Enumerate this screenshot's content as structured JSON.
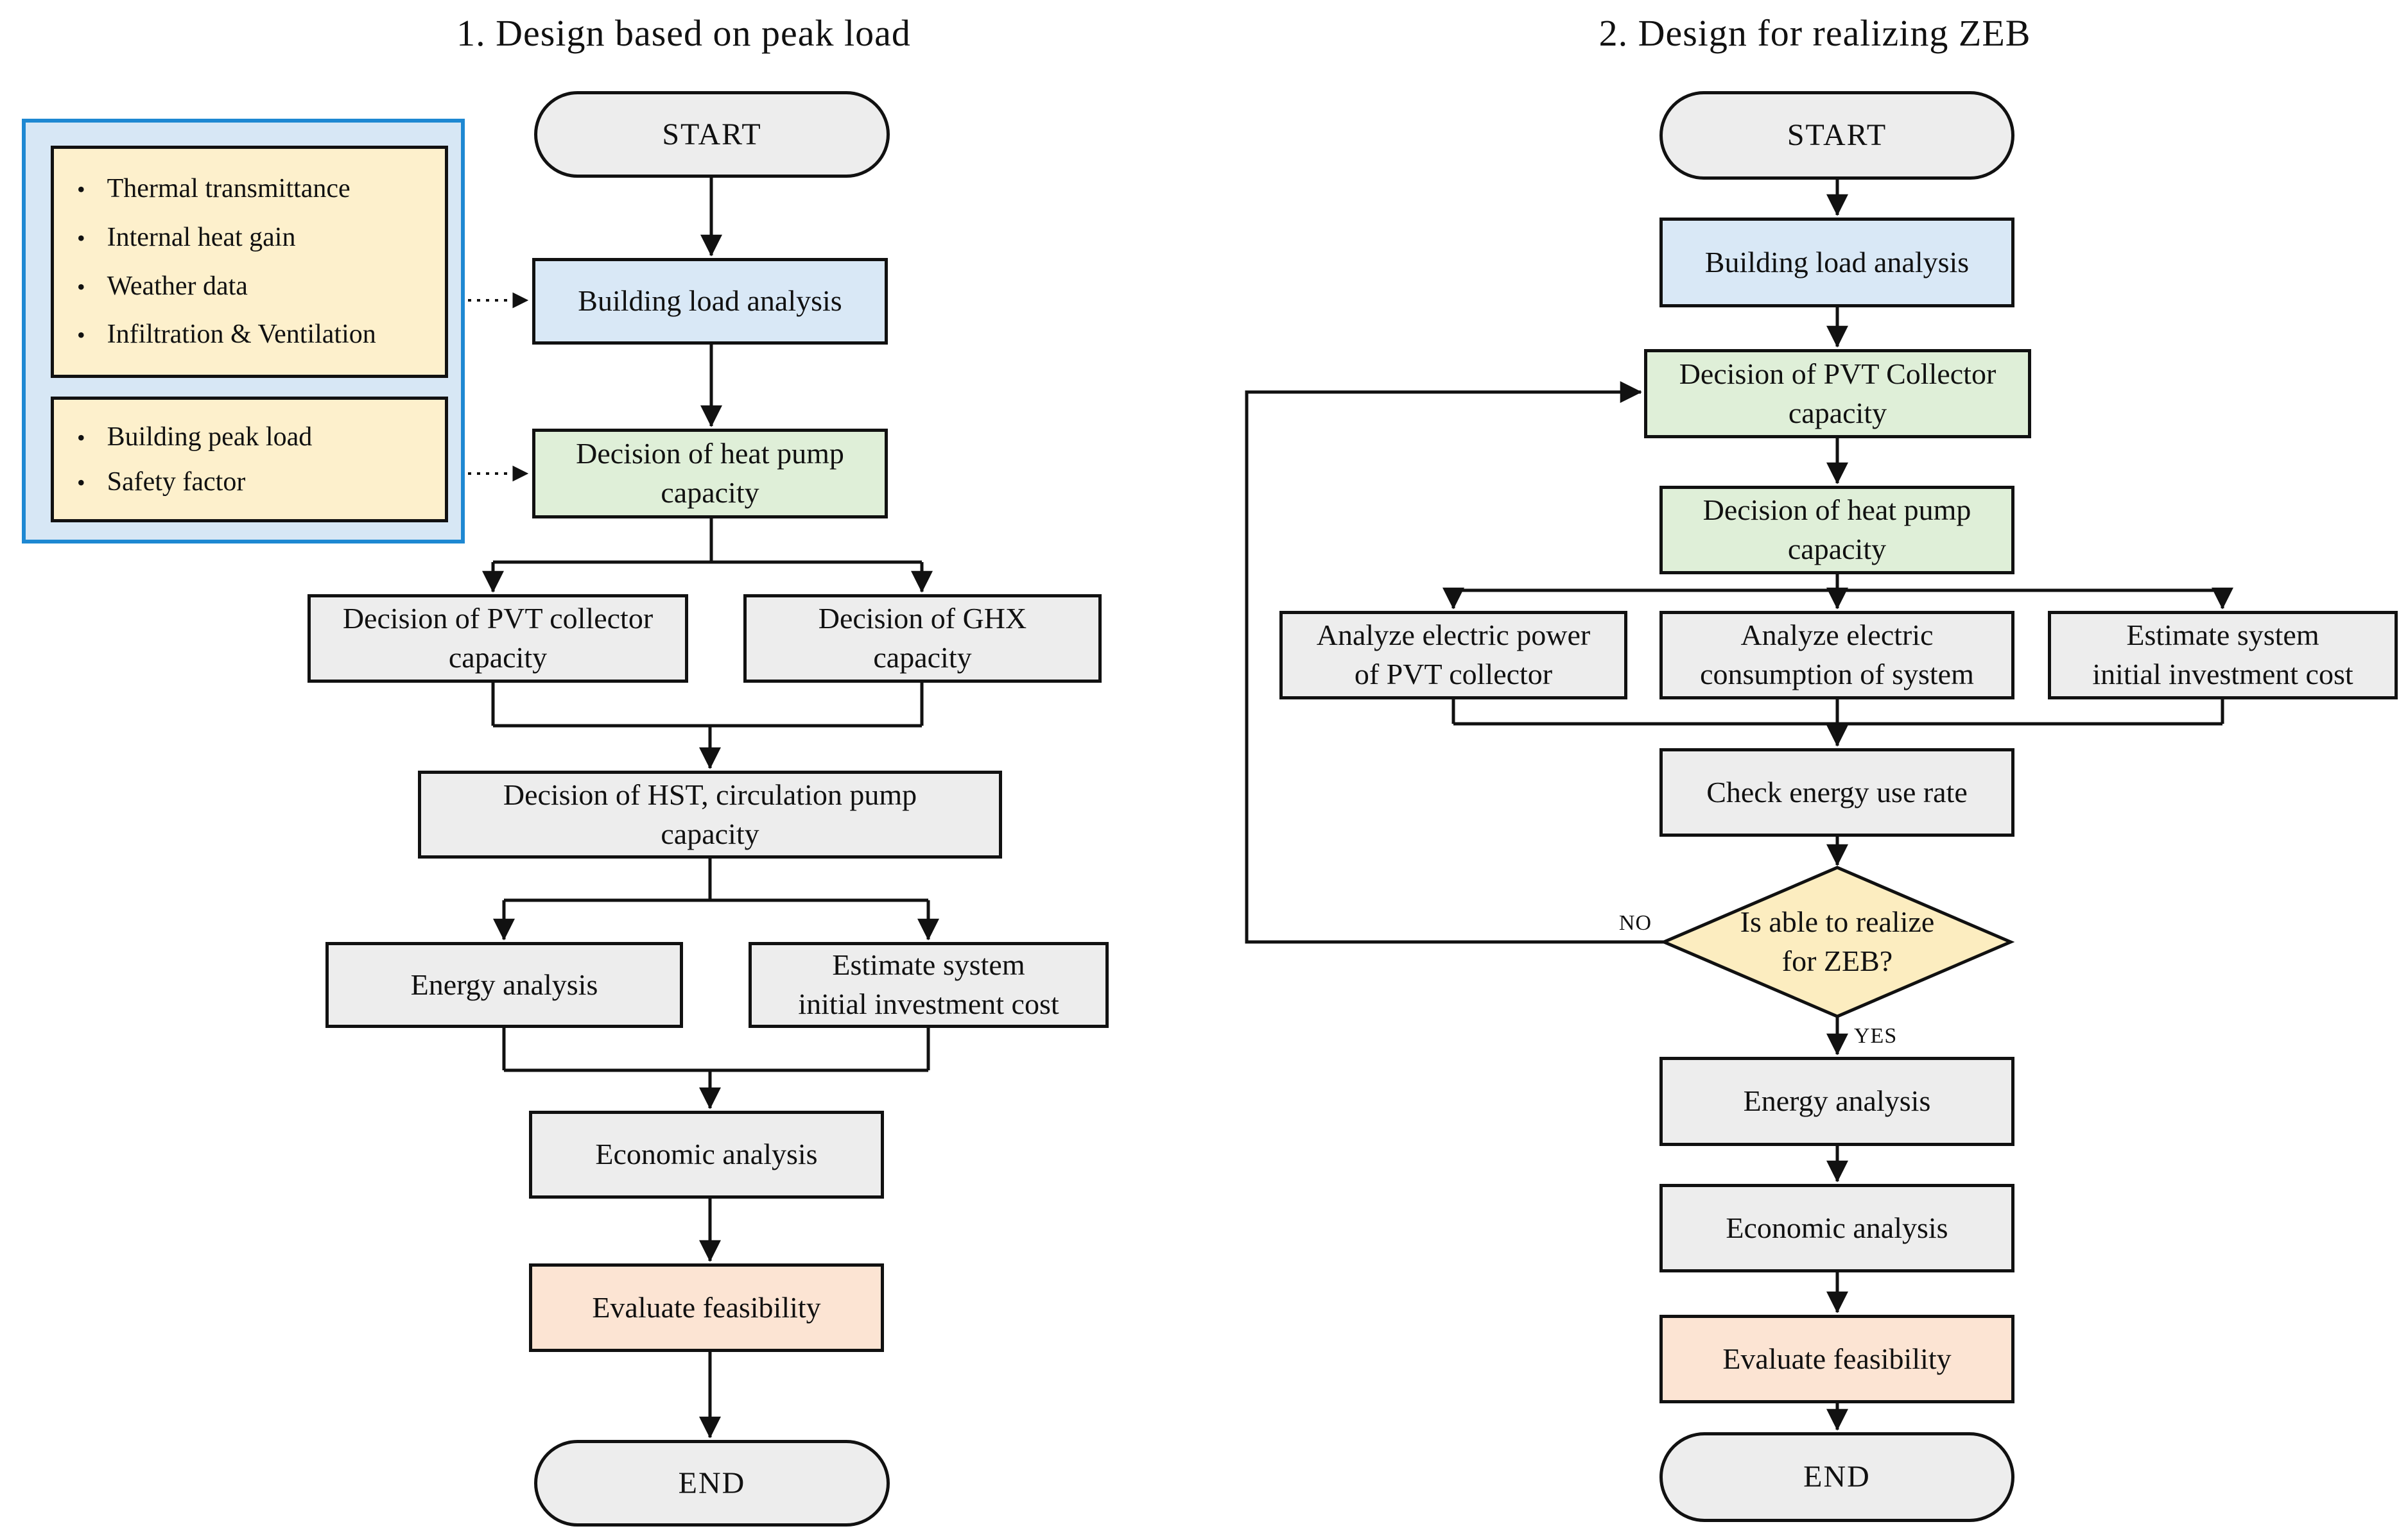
{
  "ui": {
    "bullet_char": "•"
  },
  "left": {
    "title": "1. Design based on peak load",
    "notes": {
      "group1": [
        "Thermal transmittance",
        "Internal heat gain",
        "Weather data",
        "Infiltration & Ventilation"
      ],
      "group2": [
        "Building peak load",
        "Safety factor"
      ]
    },
    "nodes": {
      "start": "START",
      "building_load": "Building load analysis",
      "heat_pump": "Decision of heat pump\ncapacity",
      "pvt": "Decision of PVT collector\ncapacity",
      "ghx": "Decision of GHX\ncapacity",
      "hst": "Decision of HST, circulation pump\ncapacity",
      "energy": "Energy analysis",
      "estimate": "Estimate system\ninitial investment cost",
      "economic": "Economic analysis",
      "evaluate": "Evaluate feasibility",
      "end": "END"
    }
  },
  "right": {
    "title": "2. Design for realizing ZEB",
    "nodes": {
      "start": "START",
      "building_load": "Building load analysis",
      "pvt_collector": "Decision of PVT Collector\ncapacity",
      "heat_pump": "Decision of heat pump\ncapacity",
      "analyze_power": "Analyze electric power\nof PVT collector",
      "analyze_consumption": "Analyze electric\nconsumption of system",
      "estimate": "Estimate system\ninitial investment cost",
      "check": "Check energy use rate",
      "zeb_decision": "Is able to realize\nfor ZEB?",
      "energy": "Energy analysis",
      "economic": "Economic analysis",
      "evaluate": "Evaluate feasibility",
      "end": "END"
    },
    "labels": {
      "no": "NO",
      "yes": "YES"
    }
  }
}
